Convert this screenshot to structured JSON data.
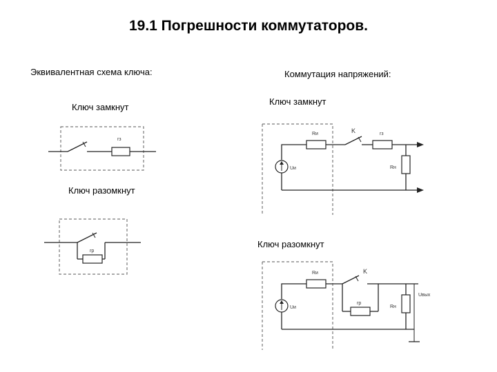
{
  "title": "19.1 Погрешности коммутаторов.",
  "left": {
    "heading": "Эквивалентная схема ключа:",
    "closed_label": "Ключ замкнут",
    "open_label": "Ключ разомкнут",
    "closed_res": "rз",
    "open_res": "rр"
  },
  "right": {
    "heading": "Коммутация напряжений:",
    "closed_label": "Ключ замкнут",
    "open_label": "Ключ разомкнут",
    "source_res": "Rи",
    "switch": "K",
    "closed_res": "rз",
    "load_res": "Rн",
    "source": "Uи",
    "open_res": "rр",
    "output": "Uвых"
  }
}
